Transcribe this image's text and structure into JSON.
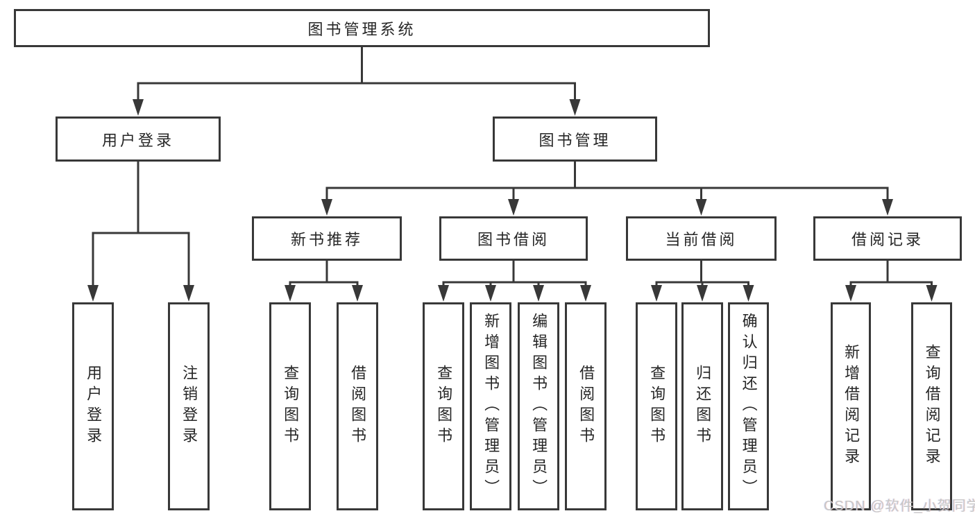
{
  "colors": {
    "line": "#383838",
    "box_border": "#383838",
    "box_fill": "#ffffff",
    "text": "#262626",
    "watermark": "#c7c7c7",
    "background": "#ffffff"
  },
  "tree": {
    "root": {
      "label": "图书管理系统"
    },
    "branches": [
      {
        "label": "用户登录",
        "children": [
          {
            "label": "用户登录"
          },
          {
            "label": "注销登录"
          }
        ]
      },
      {
        "label": "图书管理",
        "children": [
          {
            "label": "新书推荐",
            "children": [
              {
                "label": "查询图书"
              },
              {
                "label": "借阅图书"
              }
            ]
          },
          {
            "label": "图书借阅",
            "children": [
              {
                "label": "查询图书"
              },
              {
                "label": "新增图书（管理员）"
              },
              {
                "label": "编辑图书（管理员）"
              },
              {
                "label": "借阅图书"
              }
            ]
          },
          {
            "label": "当前借阅",
            "children": [
              {
                "label": "查询图书"
              },
              {
                "label": "归还图书"
              },
              {
                "label": "确认归还（管理员）"
              }
            ]
          },
          {
            "label": "借阅记录",
            "children": [
              {
                "label": "新增借阅记录"
              },
              {
                "label": "查询借阅记录"
              }
            ]
          }
        ]
      }
    ]
  },
  "watermark": {
    "text": "CSDN @软件_小贺同学"
  }
}
